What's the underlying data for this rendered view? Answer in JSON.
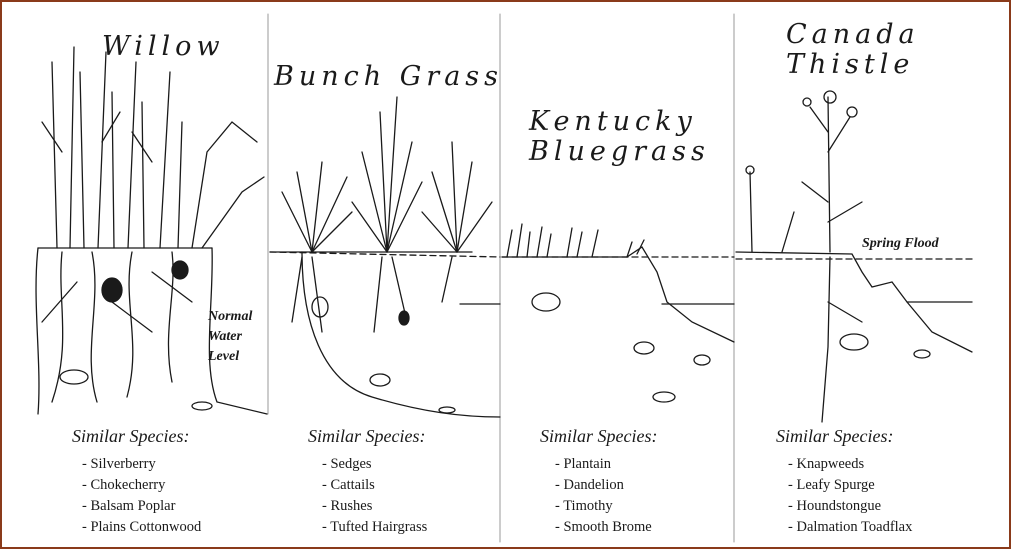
{
  "panels": [
    {
      "title_lines": [
        "Willow"
      ],
      "heading": "Similar Species:",
      "species": [
        "Silverberry",
        "Chokecherry",
        "Balsam Poplar",
        "Plains Cottonwood"
      ]
    },
    {
      "title_lines": [
        "Bunch Grass"
      ],
      "heading": "Similar Species:",
      "species": [
        "Sedges",
        "Cattails",
        "Rushes",
        "Tufted Hairgrass"
      ]
    },
    {
      "title_lines": [
        "Kentucky",
        "Bluegrass"
      ],
      "heading": "Similar Species:",
      "species": [
        "Plantain",
        "Dandelion",
        "Timothy",
        "Smooth Brome"
      ]
    },
    {
      "title_lines": [
        "Canada",
        "Thistle"
      ],
      "heading": "Similar Species:",
      "species": [
        "Knapweeds",
        "Leafy Spurge",
        "Houndstongue",
        "Dalmation Toadflax"
      ]
    }
  ],
  "annotations": {
    "normal_water_level_lines": [
      "Normal",
      "Water",
      "Level"
    ],
    "spring_flood": "Spring Flood"
  },
  "colors": {
    "ink": "#1a1a1a",
    "frame": "#8a3a1a"
  }
}
